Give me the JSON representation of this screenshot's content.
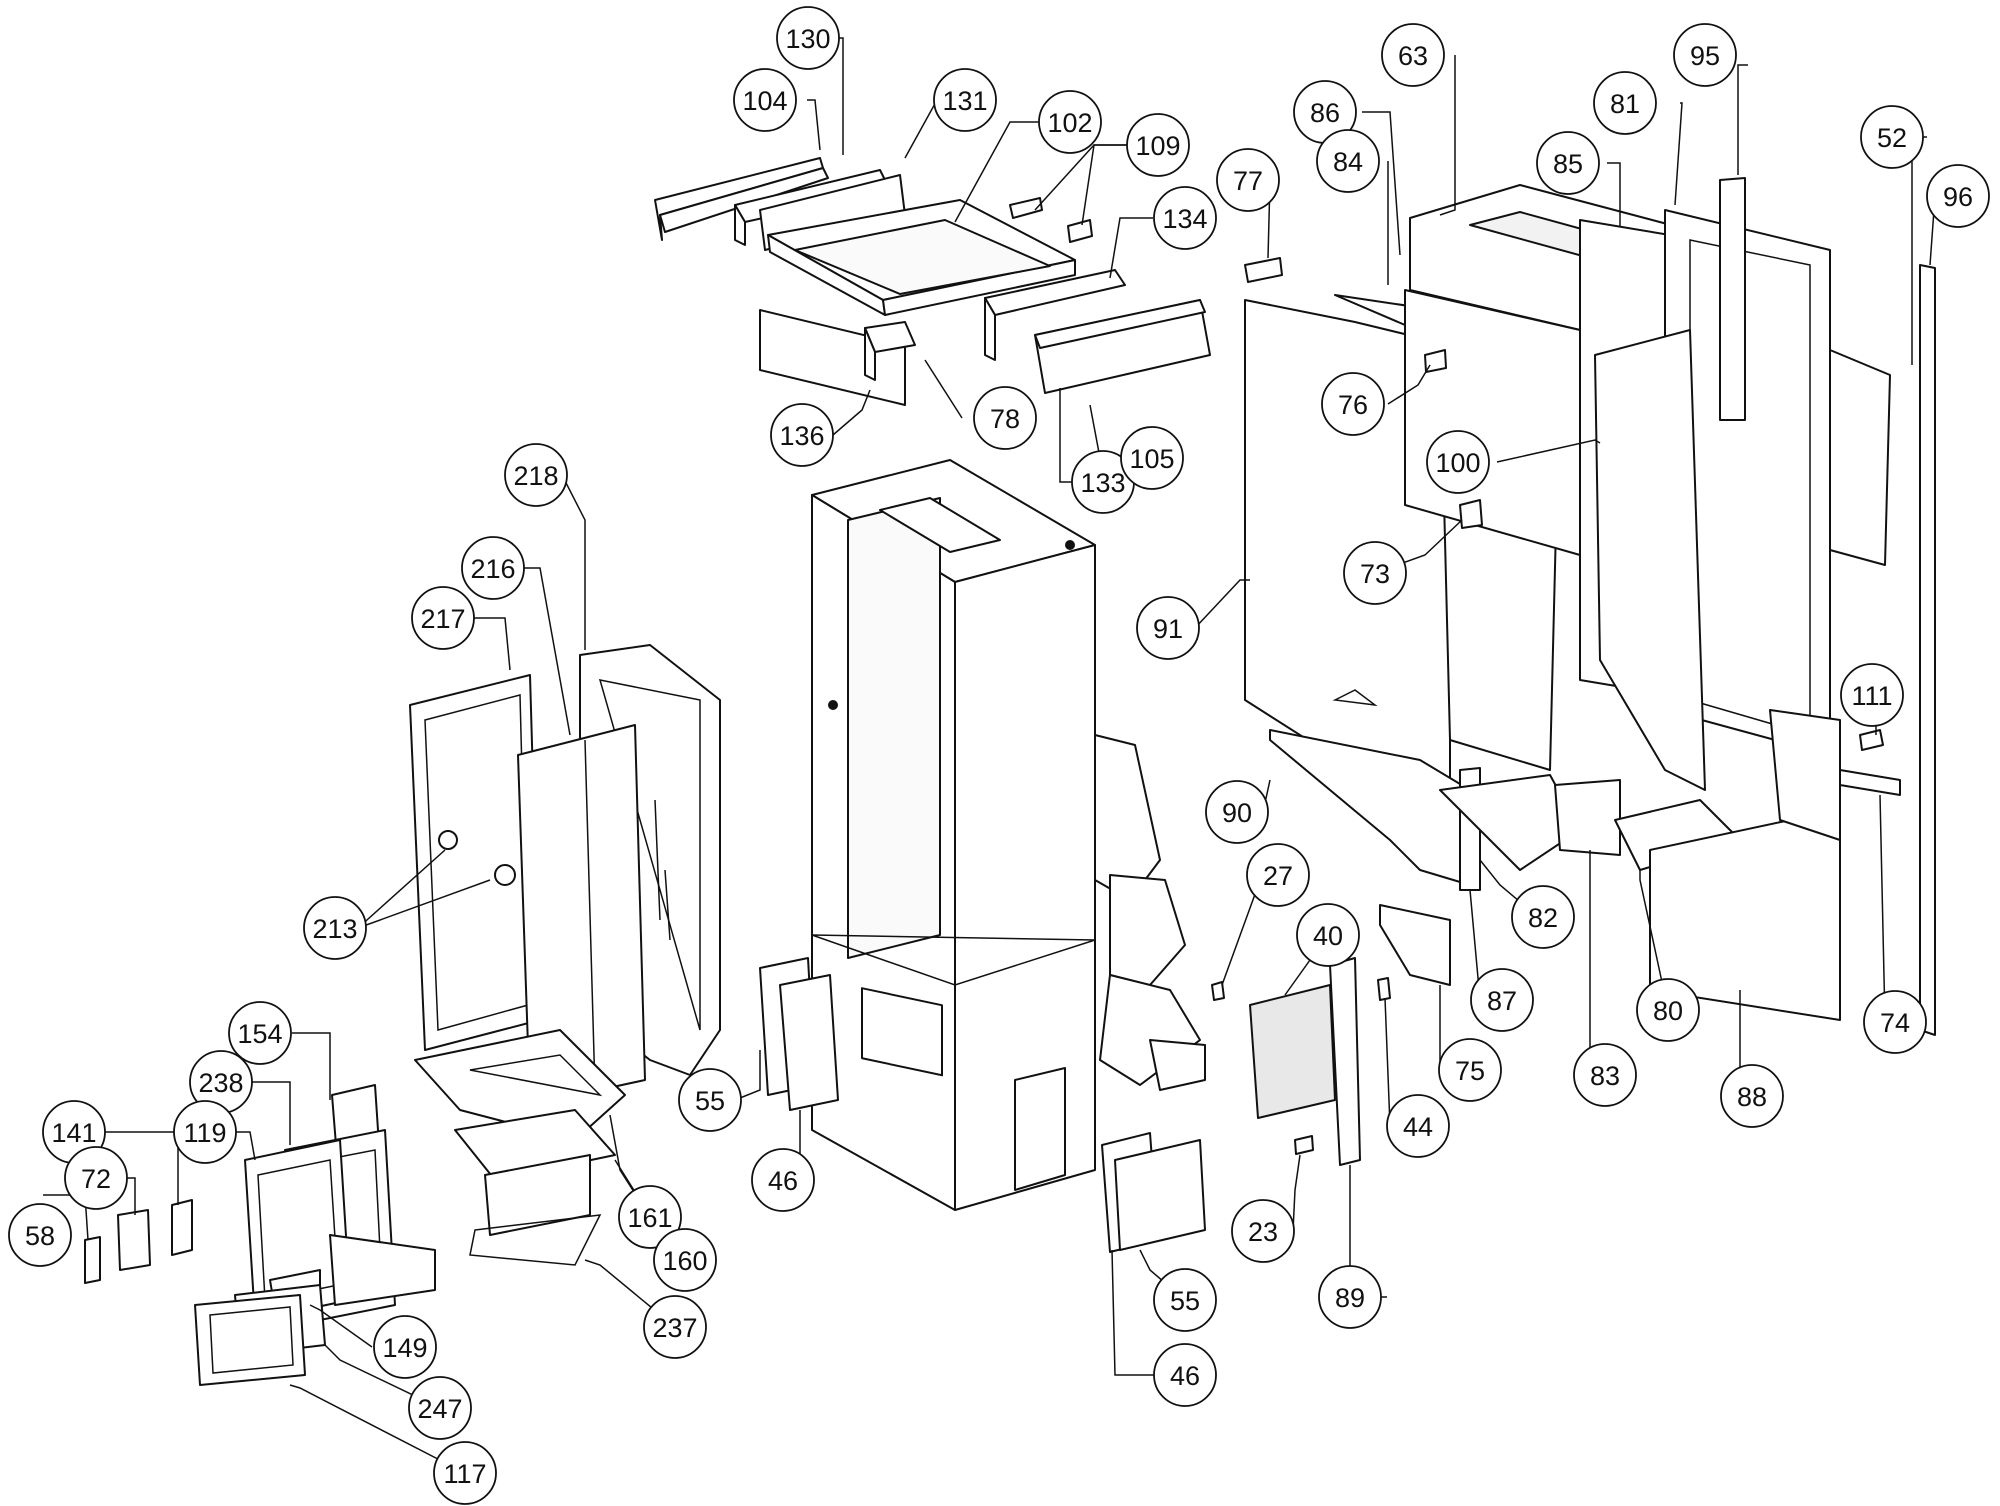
{
  "callouts": [
    {
      "label": "130"
    },
    {
      "label": "104"
    },
    {
      "label": "131"
    },
    {
      "label": "102"
    },
    {
      "label": "109"
    },
    {
      "label": "134"
    },
    {
      "label": "136"
    },
    {
      "label": "78"
    },
    {
      "label": "133"
    },
    {
      "label": "105"
    },
    {
      "label": "63"
    },
    {
      "label": "95"
    },
    {
      "label": "86"
    },
    {
      "label": "81"
    },
    {
      "label": "52"
    },
    {
      "label": "77"
    },
    {
      "label": "84"
    },
    {
      "label": "85"
    },
    {
      "label": "96"
    },
    {
      "label": "76"
    },
    {
      "label": "100"
    },
    {
      "label": "73"
    },
    {
      "label": "91"
    },
    {
      "label": "111"
    },
    {
      "label": "90"
    },
    {
      "label": "82"
    },
    {
      "label": "80"
    },
    {
      "label": "74"
    },
    {
      "label": "83"
    },
    {
      "label": "88"
    },
    {
      "label": "87"
    },
    {
      "label": "75"
    },
    {
      "label": "27"
    },
    {
      "label": "40"
    },
    {
      "label": "44"
    },
    {
      "label": "23"
    },
    {
      "label": "89"
    },
    {
      "label": "55"
    },
    {
      "label": "46"
    },
    {
      "label": "55"
    },
    {
      "label": "46"
    },
    {
      "label": "218"
    },
    {
      "label": "216"
    },
    {
      "label": "217"
    },
    {
      "label": "213"
    },
    {
      "label": "154"
    },
    {
      "label": "238"
    },
    {
      "label": "141"
    },
    {
      "label": "119"
    },
    {
      "label": "72"
    },
    {
      "label": "58"
    },
    {
      "label": "161"
    },
    {
      "label": "160"
    },
    {
      "label": "237"
    },
    {
      "label": "149"
    },
    {
      "label": "247"
    },
    {
      "label": "117"
    }
  ]
}
